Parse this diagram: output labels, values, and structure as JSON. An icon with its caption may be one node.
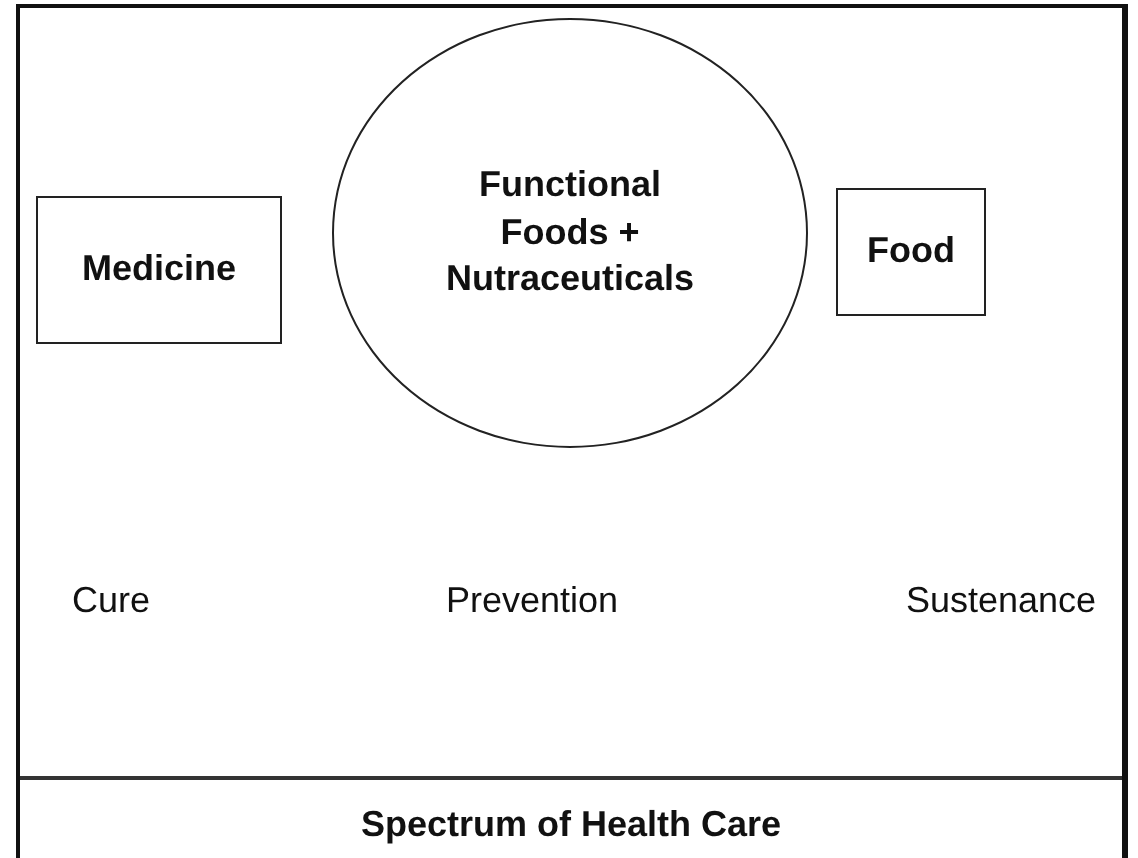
{
  "diagram": {
    "caption": "Spectrum of Health Care",
    "nodes": [
      {
        "text": [
          "Medicine"
        ]
      },
      {
        "text": [
          "Functional Foods + Nutraceuticals"
        ]
      },
      {
        "text": [
          "Food"
        ]
      }
    ],
    "labels": [
      "Cure",
      "Prevention",
      "Sustenance"
    ]
  }
}
